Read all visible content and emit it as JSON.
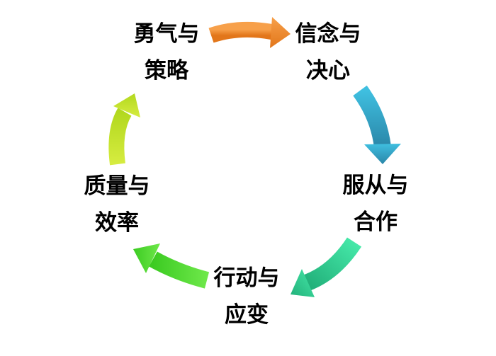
{
  "nodes": [
    {
      "line1": "勇气与",
      "line2": "策略"
    },
    {
      "line1": "信念与",
      "line2": "决心"
    },
    {
      "line1": "服从与",
      "line2": "合作"
    },
    {
      "line1": "行动与",
      "line2": "应变"
    },
    {
      "line1": "质量与",
      "line2": "效率"
    }
  ],
  "arrow_colors": [
    "#f08a24",
    "#2fa3c6",
    "#2fd39a",
    "#4fd838",
    "#c4e02a"
  ]
}
